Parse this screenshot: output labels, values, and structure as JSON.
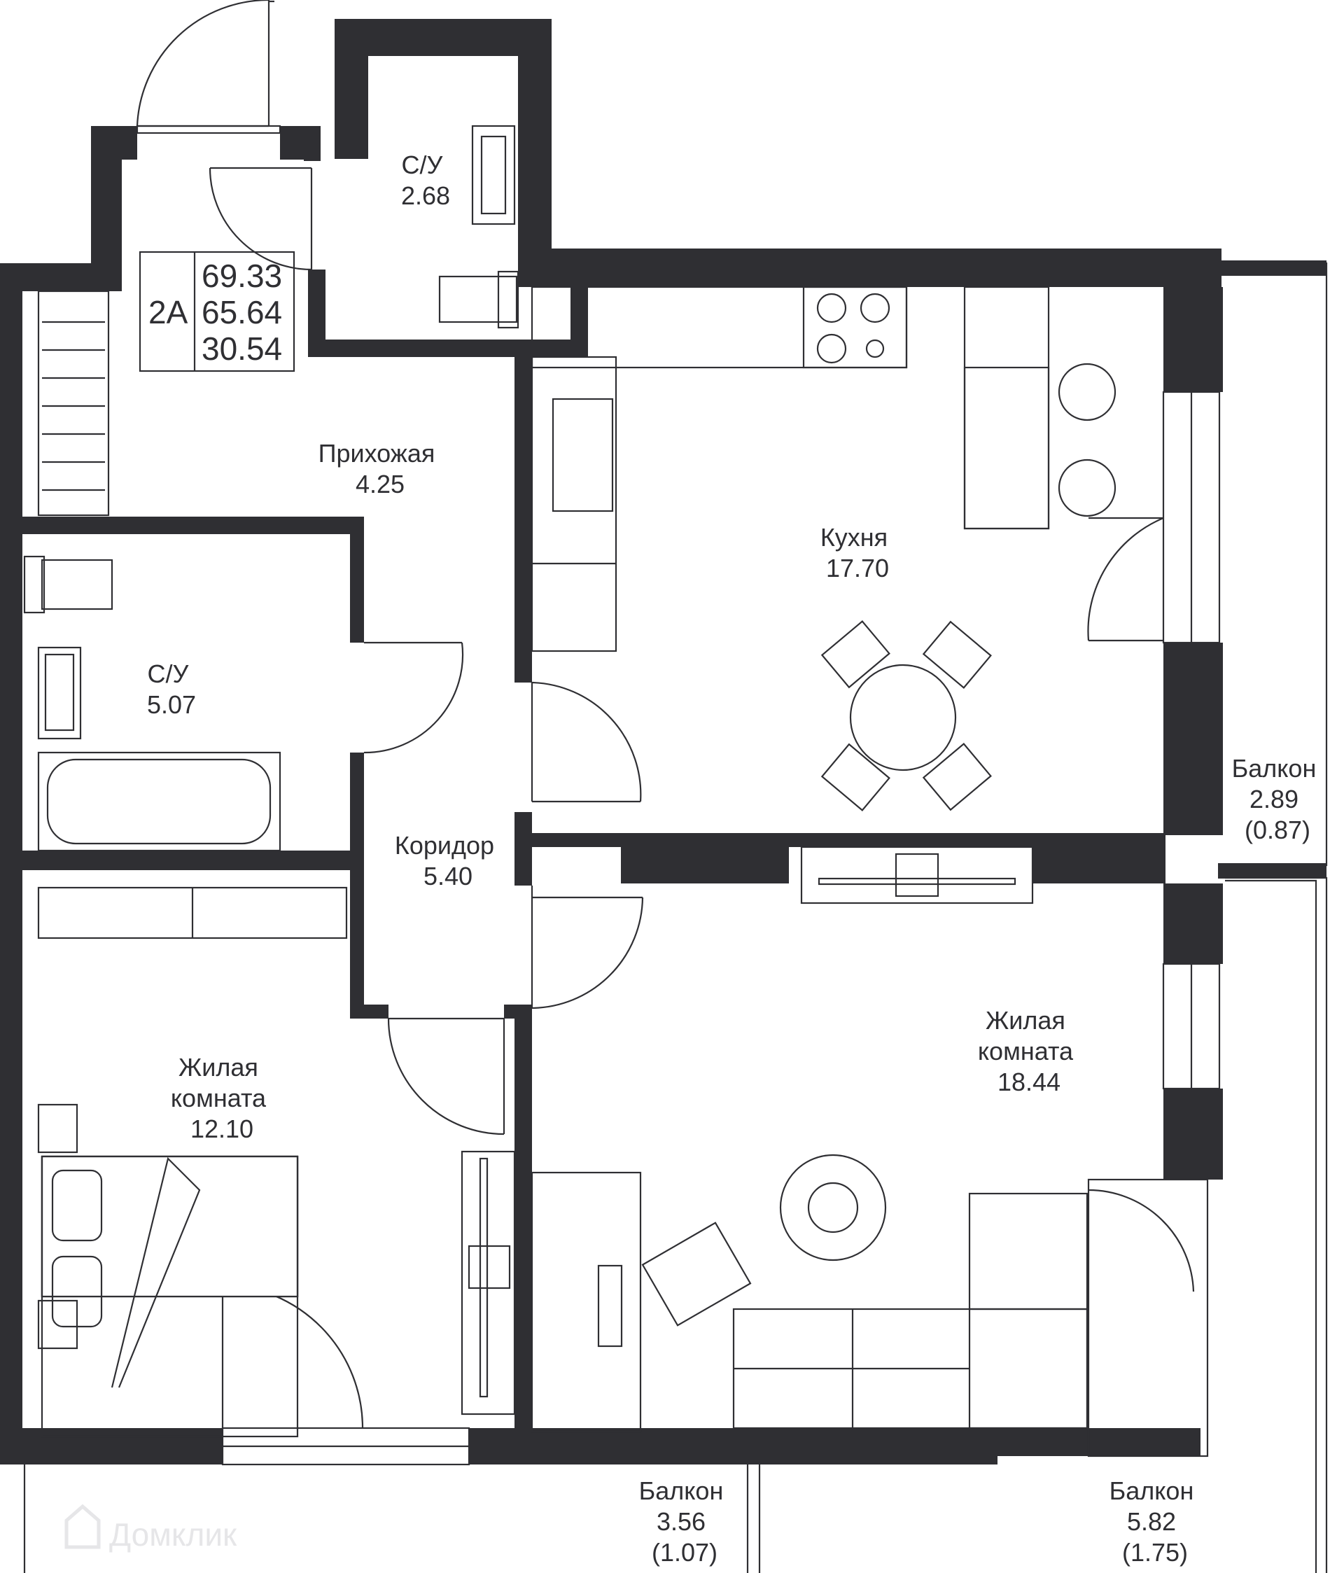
{
  "apartment": {
    "type": "2А",
    "areas": [
      "69.33",
      "65.64",
      "30.54"
    ]
  },
  "rooms": [
    {
      "id": "bathroom-small",
      "lines": [
        "С/У",
        "2.68"
      ]
    },
    {
      "id": "hallway",
      "lines": [
        "Прихожая",
        "4.25"
      ]
    },
    {
      "id": "bathroom-large",
      "lines": [
        "С/У",
        "5.07"
      ]
    },
    {
      "id": "kitchen",
      "lines": [
        "Кухня",
        "17.70"
      ]
    },
    {
      "id": "corridor",
      "lines": [
        "Коридор",
        "5.40"
      ]
    },
    {
      "id": "living-room-large",
      "lines": [
        "Жилая",
        "комната",
        "18.44"
      ]
    },
    {
      "id": "living-room-small",
      "lines": [
        "Жилая",
        "комната",
        "12.10"
      ]
    },
    {
      "id": "balcony-right",
      "lines": [
        "Балкон",
        "2.89",
        "(0.87)"
      ]
    },
    {
      "id": "balcony-bottom-left",
      "lines": [
        "Балкон",
        "3.56",
        "(1.07)"
      ]
    },
    {
      "id": "balcony-bottom-right",
      "lines": [
        "Балкон",
        "5.82",
        "(1.75)"
      ]
    }
  ],
  "watermark": "Домклик",
  "colors": {
    "wall": "#2f2f33",
    "background": "#ffffff"
  }
}
